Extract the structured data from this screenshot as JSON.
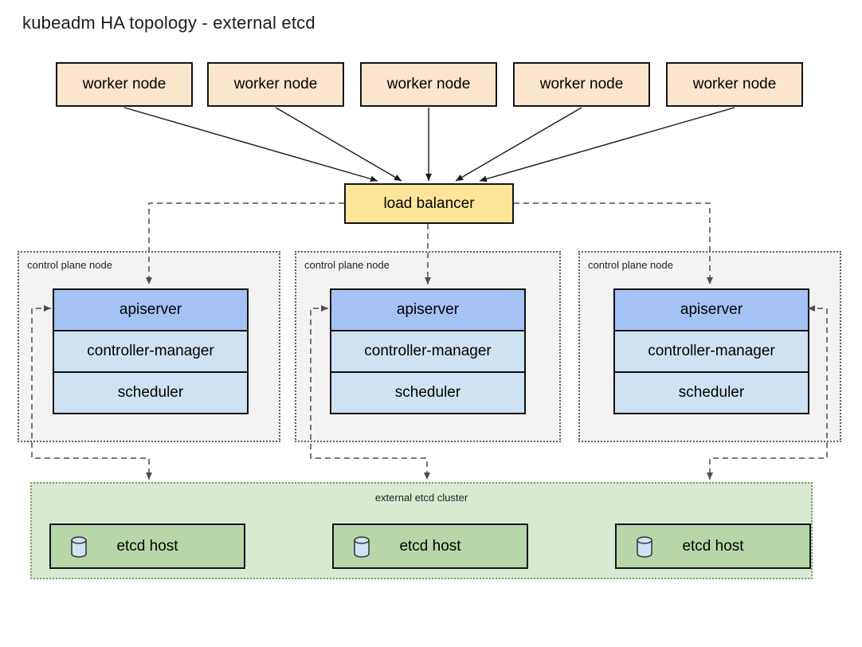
{
  "title": "kubeadm HA topology - external etcd",
  "worker_nodes": [
    "worker node",
    "worker node",
    "worker node",
    "worker node",
    "worker node"
  ],
  "load_balancer": {
    "label": "load balancer"
  },
  "control_planes": [
    {
      "label": "control plane node",
      "components": [
        "apiserver",
        "controller-manager",
        "scheduler"
      ]
    },
    {
      "label": "control plane node",
      "components": [
        "apiserver",
        "controller-manager",
        "scheduler"
      ]
    },
    {
      "label": "control plane node",
      "components": [
        "apiserver",
        "controller-manager",
        "scheduler"
      ]
    }
  ],
  "etcd_cluster": {
    "label": "external etcd cluster",
    "hosts": [
      {
        "icon": "database-icon",
        "label": "etcd host"
      },
      {
        "icon": "database-icon",
        "label": "etcd host"
      },
      {
        "icon": "database-icon",
        "label": "etcd host"
      }
    ]
  },
  "colors": {
    "worker_fill": "#fce5cd",
    "load_balancer_fill": "#ffe599",
    "apiserver_fill": "#a4c2f4",
    "component_fill": "#cfe2f3",
    "control_plane_fill": "#f3f3f3",
    "etcd_cluster_fill": "#d9ead3",
    "etcd_host_fill": "#b6d7a8",
    "connector_color": "#4d4d4d",
    "arrow_color": "#1a1a1a"
  }
}
